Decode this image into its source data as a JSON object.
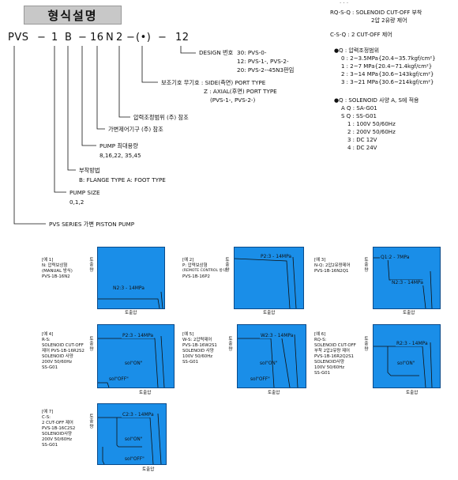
{
  "title": "형식설명",
  "model_code": [
    "PVS",
    "−",
    "1",
    "B",
    "−",
    "16",
    "N",
    "2",
    "−",
    "(•)",
    "−",
    "12"
  ],
  "designations": {
    "design_label": "DESIGN 번호",
    "design_values": [
      "30: PVS-0-",
      "12: PVS-1-, PVS-2-",
      "20: PVS-2--45N3판임"
    ],
    "port_label": "보조기호 무기호 : SIDE(측면) PORT TYPE",
    "port_values": [
      "Z : AXIAL(후면) PORT TYPE",
      "(PVS-1-, PVS-2-)"
    ],
    "pressure_range": "압력조정범위   (주) 참조",
    "variable_control": "가변제어기구   (주) 참조",
    "pump_capacity_label": "PUMP 최대용량",
    "pump_capacity_values": "8,16,22, 35,45",
    "mounting_label": "부착방법",
    "mounting_values": "B: FLANGE TYPE    A: FOOT TYPE",
    "pump_size_label": "PUMP SIZE",
    "pump_size_values": "0,1,2",
    "series_label": "PVS SERIES 가변 PISTON PUMP"
  },
  "right_notes": {
    "rs_line": "RQ-S-Q : SOLENOID CUT-OFF 부착",
    "rs_sub": "2압 2유량 제어",
    "cs_line": "C-S-Q : 2 CUT-OFF 제어",
    "pressure_title": "●Q : 압력조정범위",
    "pressure_items": [
      "0 : 2~3.5MPa{20.4~35.7kgf/cm²}",
      "1 : 2~7  MPa{20.4~71.4kgf/cm²}",
      "2 : 3~14 MPa{30.6~143kgf/cm²}",
      "3 : 3~21 MPa{30.6~214kgf/cm²}"
    ],
    "solenoid_title": "●Q : SOLENOID 사양 A, S에 적용",
    "solenoid_a": "A Q : SA-G01",
    "solenoid_s": "S Q : SS-G01",
    "voltage_items": [
      "1 : 100V 50/60Hz",
      "2 : 200V 50/60Hz",
      "3 : DC 12V",
      "4 : DC 24V"
    ]
  },
  "axis": {
    "y": "토출량",
    "x": "토출압"
  },
  "examples": [
    {
      "lines": [
        "[예 1]",
        "N: 압력보상형",
        "(MANUAL 방식)",
        "PVS-1B-16N2"
      ],
      "curve_label": "N2:3 - 14MPa"
    },
    {
      "lines": [
        "[예 2]",
        "P: 압력보상형",
        "(REMOTE CONTROL 방식)",
        "PVS-1B-16P2"
      ],
      "curve_label": "P2:3 - 14MPa"
    },
    {
      "lines": [
        "[예 3]",
        "N-Q: 2압2유량제어",
        "PVS-1B-16N2Q1"
      ],
      "curve_label": "Q1:2 - 7MPa",
      "curve_label2": "N2:3 - 14MPa"
    },
    {
      "lines": [
        "[예 4]",
        "R-S:",
        "SOLENOID CUT-OFF",
        "제어 PVS-1B-16R2S2",
        "SOLENOID 사양",
        "200V 50/60Hz",
        "SS-G01"
      ],
      "curve_label": "P2:3 - 14MPa",
      "sol_on": "sol\"ON\"",
      "sol_off": "sol\"OFF\""
    },
    {
      "lines": [
        "[예 5]",
        "W-S: 2압력제어",
        "PVS-1B-16W2S1",
        "SOLENOID 사양",
        "100V 50/60Hz",
        "SS-G01"
      ],
      "curve_label": "W2:3 - 14MPa",
      "sol_on": "sol\"ON\"",
      "sol_off": "sol\"OFF\""
    },
    {
      "lines": [
        "[예 6]",
        "RQ-S:",
        "SOLENOID CUT-OFF",
        "부착 2압2유량 제어",
        "PVS-1B-16R2Q2S1",
        "SOLENOID사양",
        "100V 50/60Hz",
        "SS-G01"
      ],
      "curve_label": "R2:3 - 14MPa",
      "sol_on": "sol\"ON\""
    },
    {
      "lines": [
        "[예 7]",
        "C-S:",
        "2 CUT-OFF 제어",
        "PVS-1B-16C2S2",
        "SOLENOID사양",
        "200V 50/60Hz",
        "SS-G01"
      ],
      "curve_label": "C2:3 - 14MPa",
      "sol_on": "sol\"ON\"",
      "sol_off": "sol\"OFF\""
    }
  ]
}
